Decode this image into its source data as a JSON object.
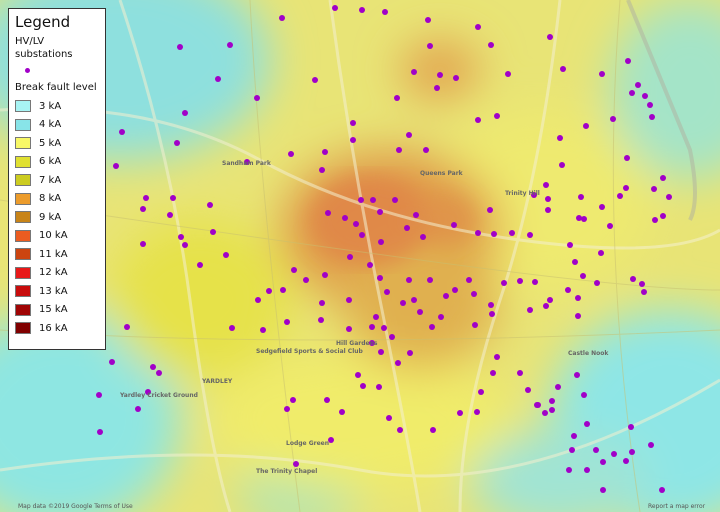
{
  "legend": {
    "title": "Legend",
    "substations_label": "HV/LV substations",
    "fault_title": "Break fault level",
    "items": [
      {
        "label": "3 kA",
        "color": "#a8f4f4"
      },
      {
        "label": "4 kA",
        "color": "#88e4e8"
      },
      {
        "label": "5 kA",
        "color": "#f8f866"
      },
      {
        "label": "6 kA",
        "color": "#e0e030"
      },
      {
        "label": "7 kA",
        "color": "#cccc20"
      },
      {
        "label": "8 kA",
        "color": "#ec9c2c"
      },
      {
        "label": "9 kA",
        "color": "#c88418"
      },
      {
        "label": "10 kA",
        "color": "#ec5c20"
      },
      {
        "label": "11 kA",
        "color": "#cc4410"
      },
      {
        "label": "12 kA",
        "color": "#e81818"
      },
      {
        "label": "13 kA",
        "color": "#c80c0c"
      },
      {
        "label": "15 kA",
        "color": "#a00404"
      },
      {
        "label": "16 kA",
        "color": "#800000"
      }
    ]
  },
  "substation_color": "#a100c8",
  "places": [
    "Sedgefield Sports & Social Club",
    "Castle Nook",
    "YARDLEY",
    "Yardley Cricket Ground",
    "Lodge Green",
    "The Trinity Chapel",
    "Queens Park",
    "Sandham Park",
    "Hill Gardens",
    "Trinity Hill"
  ],
  "attribution": "Map data ©2019 Google   Terms of Use",
  "report": "Report a map error"
}
